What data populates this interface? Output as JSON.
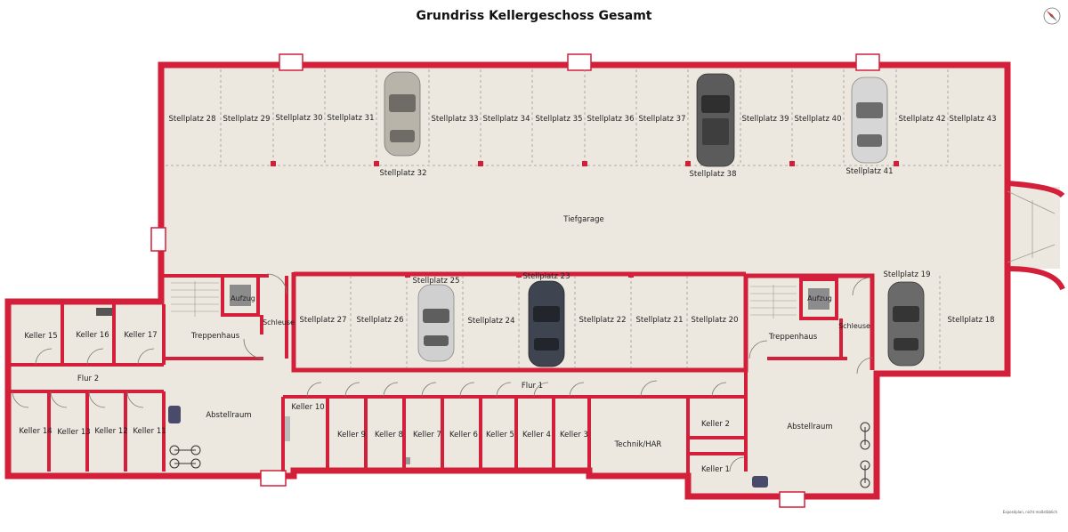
{
  "title": "Grundriss Kellergeschoss Gesamt",
  "compass_icon": "compass-icon",
  "colors": {
    "wall": "#d31f3a",
    "floor": "#ece8e0",
    "background": "#ffffff"
  },
  "labels": {
    "stellplatz_28": "Stellplatz 28",
    "stellplatz_29": "Stellplatz 29",
    "stellplatz_30": "Stellplatz 30",
    "stellplatz_31": "Stellplatz 31",
    "stellplatz_32": "Stellplatz 32",
    "stellplatz_33": "Stellplatz 33",
    "stellplatz_34": "Stellplatz 34",
    "stellplatz_35": "Stellplatz 35",
    "stellplatz_36": "Stellplatz 36",
    "stellplatz_37": "Stellplatz 37",
    "stellplatz_38": "Stellplatz 38",
    "stellplatz_39": "Stellplatz 39",
    "stellplatz_40": "Stellplatz 40",
    "stellplatz_41": "Stellplatz 41",
    "stellplatz_42": "Stellplatz 42",
    "stellplatz_43": "Stellplatz 43",
    "tiefgarage": "Tiefgarage",
    "stellplatz_27": "Stellplatz 27",
    "stellplatz_26": "Stellplatz 26",
    "stellplatz_25": "Stellplatz 25",
    "stellplatz_24": "Stellplatz 24",
    "stellplatz_23": "Stellplatz 23",
    "stellplatz_22": "Stellplatz 22",
    "stellplatz_21": "Stellplatz 21",
    "stellplatz_20": "Stellplatz 20",
    "stellplatz_19": "Stellplatz 19",
    "stellplatz_18": "Stellplatz 18",
    "aufzug_left": "Aufzug",
    "schleuse_left": "Schleuse",
    "treppenhaus_left": "Treppenhaus",
    "aufzug_right": "Aufzug",
    "schleuse_right": "Schleuse",
    "treppenhaus_right": "Treppenhaus",
    "keller_15": "Keller 15",
    "keller_16": "Keller 16",
    "keller_17": "Keller 17",
    "flur_2": "Flur 2",
    "flur_1": "Flur 1",
    "keller_14": "Keller 14",
    "keller_13": "Keller 13",
    "keller_12": "Keller 12",
    "keller_11": "Keller 11",
    "abstellraum_left": "Abstellraum",
    "keller_10": "Keller 10",
    "keller_9": "Keller 9",
    "keller_8": "Keller 8",
    "keller_7": "Keller 7",
    "keller_6": "Keller 6",
    "keller_5": "Keller 5",
    "keller_4": "Keller 4",
    "keller_3": "Keller 3",
    "technik_har": "Technik/HAR",
    "keller_2": "Keller 2",
    "keller_1": "Keller 1",
    "abstellraum_right": "Abstellraum"
  },
  "footnote": "Exposéplan, nicht maßstäblich"
}
